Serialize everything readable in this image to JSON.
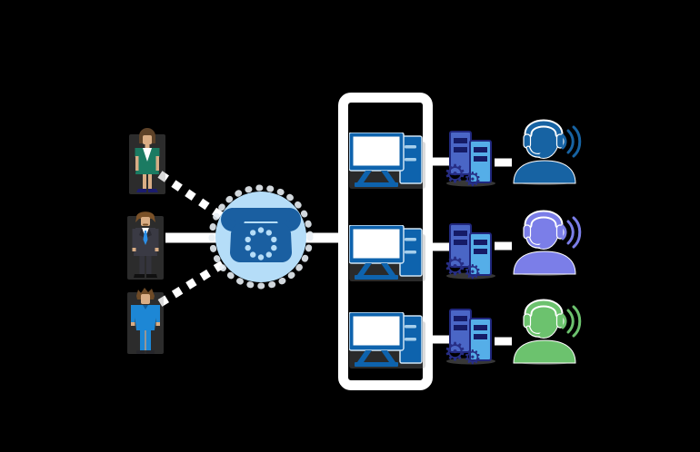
{
  "diagram": {
    "name": "call-center-routing-diagram",
    "background_color": "#000000",
    "connector_color": "#ffffff"
  },
  "callers": [
    {
      "name": "caller-woman",
      "outfit_color": "#1b7b62",
      "hair_color": "#5d4228",
      "skin_color": "#d9ad85",
      "shoe_color": "#1b1c6e",
      "accent_color": "#ffffff"
    },
    {
      "name": "caller-businessman",
      "outfit_color": "#3a3a44",
      "hair_color": "#7a5128",
      "skin_color": "#d9ad85",
      "shoe_color": "#101010",
      "tie_color": "#2b8fe8",
      "shirt_color": "#ffffff",
      "pants_color": "#34343c"
    },
    {
      "name": "caller-casual-man",
      "outfit_color": "#1d87d5",
      "hair_color": "#6e4a26",
      "skin_color": "#d9ad85",
      "shoe_color": "#26262b",
      "collar_color": "#0f5f9e"
    }
  ],
  "phone_hub": {
    "icon": "rotary-phone-icon",
    "circle_color": "#b5ddf8",
    "phone_color": "#1a5fa1",
    "dial_dot_color": "#b5ddf8",
    "ring_color": "#e8eef4"
  },
  "workstation_panel": {
    "border_color": "#ffffff",
    "monitor_color": "#0e63ad",
    "screen_color": "#ffffff",
    "slot_color": "#a6cfec",
    "workstations": [
      {
        "name": "workstation-1",
        "icon": "desktop-computer-icon"
      },
      {
        "name": "workstation-2",
        "icon": "desktop-computer-icon"
      },
      {
        "name": "workstation-3",
        "icon": "desktop-computer-icon"
      }
    ]
  },
  "routing_servers": {
    "gear_glyph": "⚙",
    "back_tower_color": "#4a66c6",
    "front_tower_color": "#55aee8",
    "panel_color": "#151b66",
    "gear_color": "#272e85",
    "outline_color": "#20277d",
    "servers": [
      {
        "name": "routing-server-1",
        "icon": "server-gears-icon"
      },
      {
        "name": "routing-server-2",
        "icon": "server-gears-icon"
      },
      {
        "name": "routing-server-3",
        "icon": "server-gears-icon"
      }
    ]
  },
  "agents": [
    {
      "name": "agent-blue",
      "icon": "headset-agent-icon",
      "color": "#1763a3"
    },
    {
      "name": "agent-purple",
      "icon": "headset-agent-icon",
      "color": "#7b7ee8"
    },
    {
      "name": "agent-green",
      "icon": "headset-agent-icon",
      "color": "#6cc26e"
    }
  ]
}
